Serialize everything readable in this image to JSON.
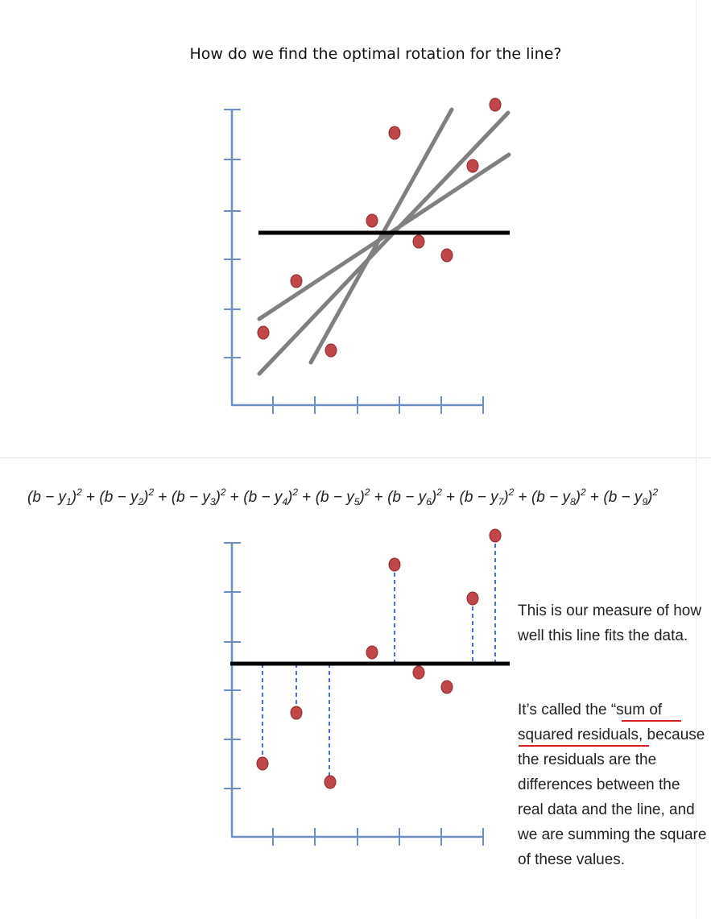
{
  "title": "How do we find the optimal rotation for the line?",
  "formula": {
    "prefix": "(b − y",
    "terms": [
      "1",
      "2",
      "3",
      "4",
      "5",
      "6",
      "7",
      "8",
      "9"
    ],
    "exponent": "2"
  },
  "explanation": {
    "paragraph1": "This is our measure of how well this line fits the data.",
    "paragraph2": "It’s called the “sum of squared residuals, because the residuals are the differences between the real data and the line, and we are summing the square of these values."
  },
  "colors": {
    "axis": "#6b8fc4",
    "point": "#c0464a",
    "point_edge": "#8a2a2c",
    "flat_line": "#000000",
    "rotated_lines": "#808080",
    "residual": "#4a6fd6",
    "underline": "#d42020"
  }
}
